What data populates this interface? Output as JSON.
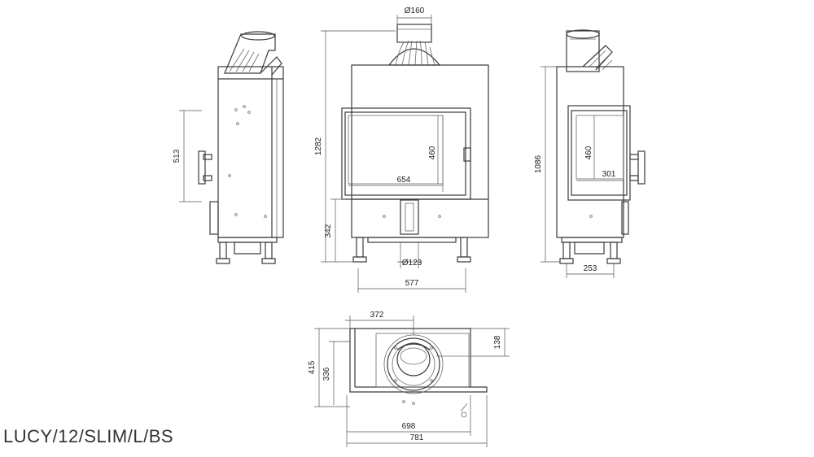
{
  "title": "LUCY/12/SLIM/L/BS",
  "dimensions": {
    "flue_top": "Ø160",
    "height_total": "1282",
    "height_door_side": "513",
    "height_lower": "342",
    "glass_width": "654",
    "glass_height_front": "460",
    "air_inlet": "Ø123",
    "base_width_front": "577",
    "side_height": "1086",
    "glass_height_side": "460",
    "side_glass_width": "301",
    "side_base_width": "253",
    "plan_offset": "372",
    "plan_depth_right": "138",
    "plan_depth_total": "415",
    "plan_depth_inner": "336",
    "plan_width_inner": "698",
    "plan_width_total": "781"
  },
  "colors": {
    "line": "#3a3a3a",
    "text": "#222222",
    "title": "#333333"
  }
}
